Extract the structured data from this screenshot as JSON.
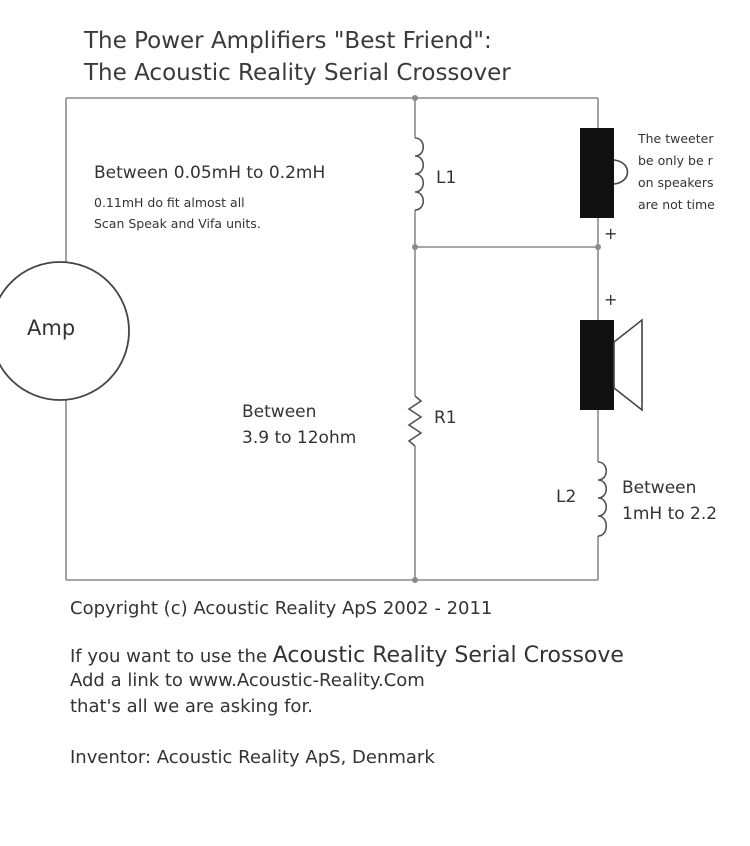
{
  "title": {
    "line1": "The Power Amplifiers \"Best Friend\":",
    "line2": "The Acoustic Reality Serial Crossover"
  },
  "components": {
    "amp": "Amp",
    "l1": "L1",
    "r1": "R1",
    "l2": "L2",
    "plus_top": "+",
    "plus_mid": "+"
  },
  "notes": {
    "l1_range": "Between 0.05mH to 0.2mH",
    "l1_hint_line1": "0.11mH do fit almost all",
    "l1_hint_line2": "Scan Speak and Vifa units.",
    "r1_line1": "Between",
    "r1_line2": "3.9 to 12ohm",
    "l2_line1": "Between",
    "l2_line2": "1mH to 2.2",
    "tweeter_line1": "The tweeter",
    "tweeter_line2": "be only be r",
    "tweeter_line3": "on speakers",
    "tweeter_line4": "are not time"
  },
  "footer": {
    "copyright": "Copyright (c) Acoustic Reality ApS 2002 - 2011",
    "use_prefix": "If you want to use the",
    "use_name": "Acoustic Reality Serial Crossove",
    "link_line": "Add a link to www.Acoustic-Reality.Com",
    "ask_line": "that's all we are asking for.",
    "inventor": "Inventor: Acoustic Reality ApS, Denmark"
  },
  "colors": {
    "wire": "#8a8a8a",
    "ink": "#333333",
    "driver": "#111111"
  }
}
